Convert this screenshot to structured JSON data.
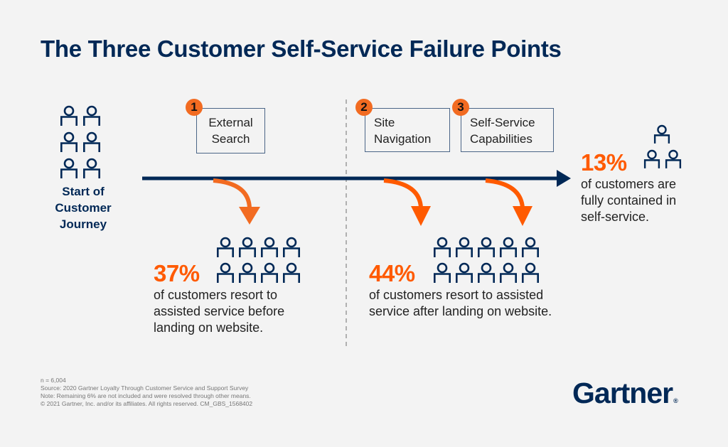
{
  "title": "The Three Customer Self-Service Failure Points",
  "start": {
    "label_lines": [
      "Start of",
      "Customer",
      "Journey"
    ],
    "icon_count": 6
  },
  "steps": [
    {
      "number": "1",
      "label_lines": [
        "External",
        "Search"
      ]
    },
    {
      "number": "2",
      "label_lines": [
        "Site",
        "Navigation"
      ]
    },
    {
      "number": "3",
      "label_lines": [
        "Self-Service",
        "Capabilities"
      ]
    }
  ],
  "outcomes": [
    {
      "percent": "37%",
      "description_lines": [
        "of customers resort to",
        "assisted service before",
        "landing on website."
      ],
      "icon_count": 8
    },
    {
      "percent": "44%",
      "description_lines": [
        "of customers resort to assisted",
        "service after landing on website."
      ],
      "icon_count": 10
    },
    {
      "percent": "13%",
      "description_lines": [
        "of customers are",
        "fully contained in",
        "self-service."
      ],
      "icon_count": 3
    }
  ],
  "footnotes": [
    "n = 6,004",
    "Source: 2020 Gartner Loyalty Through Customer Service and Support Survey",
    "Note: Remaining 6% are not included and were resolved through other means.",
    "© 2021 Gartner, Inc. and/or its affiliates. All rights reserved. CM_GBS_1568402"
  ],
  "logo": {
    "text": "Gartner",
    "registered": "®"
  },
  "colors": {
    "navy": "#002856",
    "orange": "#ff5a00",
    "badge_orange": "#f26b21",
    "box_border": "#4b6587",
    "background": "#f3f3f3"
  },
  "chart_data": {
    "type": "bar",
    "title": "The Three Customer Self-Service Failure Points",
    "categories": [
      "Resort to assisted service before landing on website (External Search)",
      "Resort to assisted service after landing on website (Site Navigation / Self-Service Capabilities)",
      "Fully contained in self-service"
    ],
    "values": [
      37,
      44,
      13
    ],
    "ylabel": "% of customers",
    "annotations": [
      "Remaining 6% not included",
      "n = 6,004"
    ]
  }
}
